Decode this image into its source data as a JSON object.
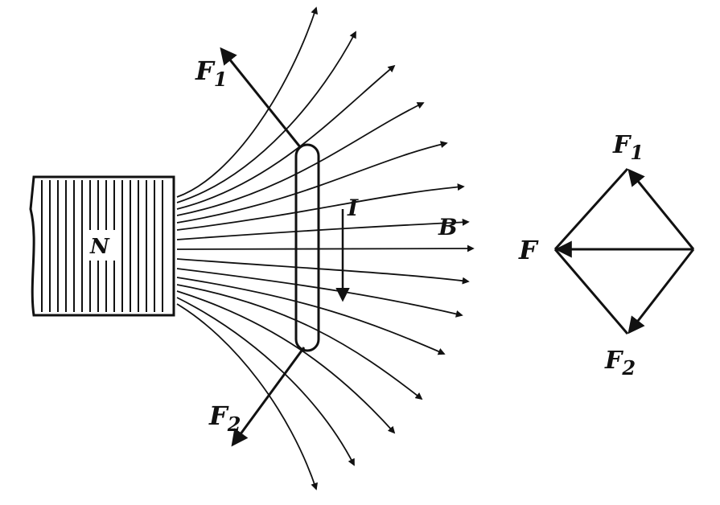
{
  "magnet": {
    "pole_label": "N"
  },
  "current_label": "I",
  "field_label": "B",
  "force_labels": {
    "f1": "F",
    "f1_sub": "1",
    "f2": "F",
    "f2_sub": "2"
  },
  "triangle_labels": {
    "resultant": "F",
    "f1": "F",
    "f1_sub": "1",
    "f2": "F",
    "f2_sub": "2"
  },
  "colors": {
    "ink": "#111111",
    "paper": "#ffffff"
  }
}
